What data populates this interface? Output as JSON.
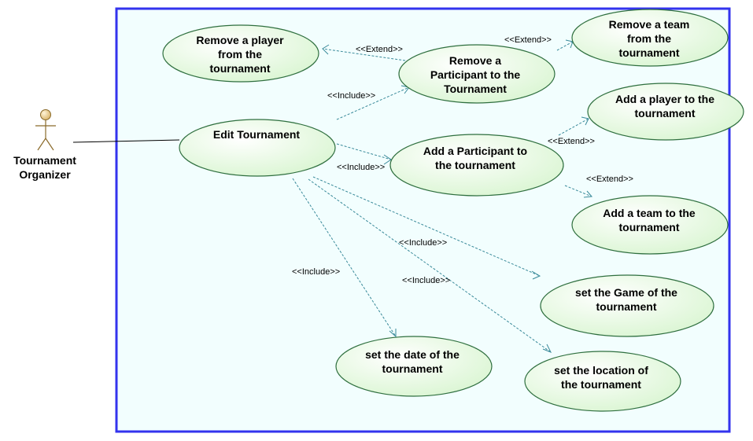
{
  "colors": {
    "boundary_border": "#3333ee",
    "boundary_fill": "#f2fefe",
    "usecase_fill_light": "#ffffff",
    "usecase_fill_dark": "#d8f5d0",
    "usecase_border": "#2f6f3f",
    "relation_line": "#3a8a9a",
    "actor_fill": "#e0c07a"
  },
  "actor": {
    "line1": "Tournament",
    "line2": "Organizer"
  },
  "use_cases": {
    "remove_player": [
      "Remove a player",
      "from the",
      "tournament"
    ],
    "remove_participant": [
      "Remove a",
      "Participant to the",
      "Tournament"
    ],
    "remove_team": [
      "Remove a team",
      "from the",
      "tournament"
    ],
    "edit_tournament": [
      "Edit Tournament"
    ],
    "add_participant": [
      "Add a Participant to",
      "the tournament"
    ],
    "add_player": [
      "Add a player to the",
      "tournament"
    ],
    "add_team": [
      "Add a team to the",
      "tournament"
    ],
    "set_game": [
      "set the Game of the",
      "tournament"
    ],
    "set_date": [
      "set the date of the",
      "tournament"
    ],
    "set_location": [
      "set the location of",
      "the tournament"
    ]
  },
  "stereotypes": {
    "extend_remove_player": "<<Extend>>",
    "extend_remove_team": "<<Extend>>",
    "include_remove_participant": "<<Include>>",
    "include_add_participant": "<<Include>>",
    "extend_add_player": "<<Extend>>",
    "extend_add_team": "<<Extend>>",
    "include_set_game": "<<Include>>",
    "include_set_location": "<<Include>>",
    "include_set_date": "<<Include>>"
  }
}
